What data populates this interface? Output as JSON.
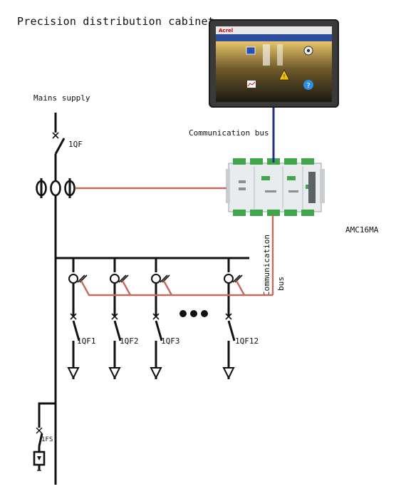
{
  "title": "Precision distribution cabinet",
  "labels": {
    "mains_supply": "Mains supply",
    "main_breaker": "1QF",
    "comm_bus_top": "Communication bus",
    "module_name": "AMC16MA",
    "comm_bus_side_1": "Communication",
    "comm_bus_side_2": "bus",
    "feeder_1": "1QF1",
    "feeder_2": "1QF2",
    "feeder_3": "1QF3",
    "feeder_12": "1QF12",
    "fuse": "1FS"
  },
  "hmi": {
    "brand": "Acrel"
  },
  "colors": {
    "line": "#111111",
    "signal": "#c46a5f",
    "bus": "#1f2f8f",
    "module_body": "#e9ecee",
    "terminal": "#3fa64a"
  },
  "icons": [
    "gear-icon",
    "warning-icon",
    "help-icon",
    "chart-icon",
    "ellipsis-icon"
  ]
}
